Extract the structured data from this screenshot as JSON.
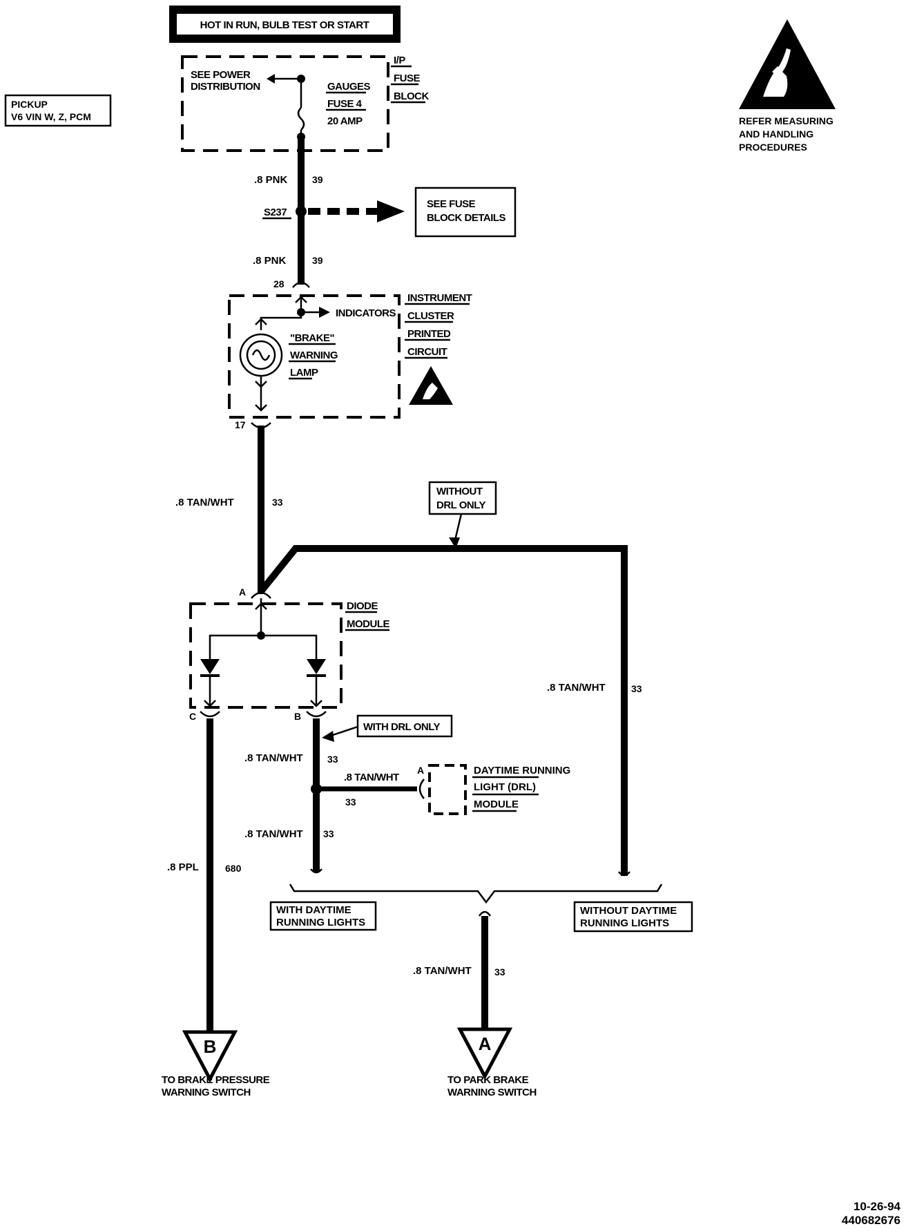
{
  "header": {
    "power_label": "HOT IN RUN, BULB TEST OR START",
    "vehicle_line1": "PICKUP",
    "vehicle_line2": "V6 VIN W, Z, PCM",
    "esd_note_line1": "REFER MEASURING",
    "esd_note_line2": "AND HANDLING",
    "esd_note_line3": "PROCEDURES"
  },
  "fuse_block": {
    "name_line1": "I/P",
    "name_line2": "FUSE",
    "name_line3": "BLOCK",
    "power_dist_line1": "SEE POWER",
    "power_dist_line2": "DISTRIBUTION",
    "fuse_line1": "GAUGES",
    "fuse_line2": "FUSE 4",
    "fuse_line3": "20 AMP"
  },
  "wires": {
    "pnk_upper": ".8 PNK",
    "pnk_upper_num": "39",
    "pnk_lower": ".8 PNK",
    "pnk_lower_num": "39",
    "splice": "S237",
    "fuse_details_line1": "SEE FUSE",
    "fuse_details_line2": "BLOCK DETAILS",
    "tan_main": ".8 TAN/WHT",
    "tan_main_num": "33",
    "tan_right": ".8 TAN/WHT",
    "tan_right_num": "33",
    "tan_b_upper": ".8 TAN/WHT",
    "tan_b_upper_num": "33",
    "tan_drl": ".8 TAN/WHT",
    "tan_drl_num": "33",
    "tan_b_lower": ".8 TAN/WHT",
    "tan_b_lower_num": "33",
    "ppl": ".8 PPL",
    "ppl_num": "680",
    "tan_bottom": ".8 TAN/WHT",
    "tan_bottom_num": "33"
  },
  "cluster": {
    "pin_top": "28",
    "pin_bottom": "17",
    "indicators": "INDICATORS",
    "name_line1": "INSTRUMENT",
    "name_line2": "CLUSTER",
    "name_line3": "PRINTED",
    "name_line4": "CIRCUIT",
    "lamp_line1": "\"BRAKE\"",
    "lamp_line2": "WARNING",
    "lamp_line3": "LAMP"
  },
  "diode_module": {
    "name_line1": "DIODE",
    "name_line2": "MODULE",
    "pin_a": "A",
    "pin_b": "B",
    "pin_c": "C"
  },
  "drl": {
    "without_drl_line1": "WITHOUT",
    "without_drl_line2": "DRL ONLY",
    "with_drl_only": "WITH DRL ONLY",
    "pin_a": "A",
    "module_line1": "DAYTIME RUNNING",
    "module_line2": "LIGHT (DRL)",
    "module_line3": "MODULE",
    "with_lights_line1": "WITH DAYTIME",
    "with_lights_line2": "RUNNING LIGHTS",
    "without_lights_line1": "WITHOUT DAYTIME",
    "without_lights_line2": "RUNNING LIGHTS"
  },
  "connectors": {
    "b_letter": "B",
    "b_desc_line1": "TO BRAKE PRESSURE",
    "b_desc_line2": "WARNING SWITCH",
    "a_letter": "A",
    "a_desc_line1": "TO PARK BRAKE",
    "a_desc_line2": "WARNING SWITCH"
  },
  "footer": {
    "date": "10-26-94",
    "code": "440682676"
  }
}
